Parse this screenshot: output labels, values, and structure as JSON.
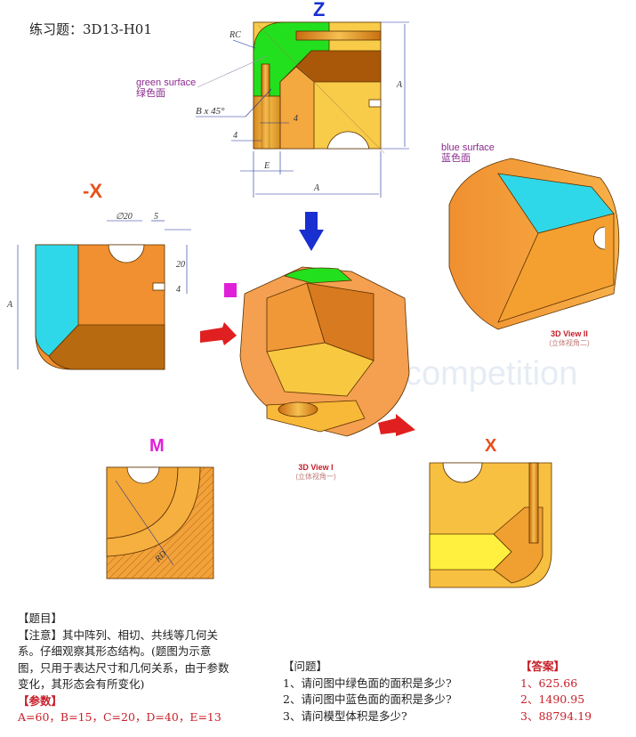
{
  "title": "练习题：3D13-H01",
  "axis_labels": {
    "z": "Z",
    "neg_x": "-X",
    "m": "M",
    "x": "X"
  },
  "callouts": {
    "green_en": "green surface",
    "green_cn": "绿色面",
    "blue_en": "blue surface",
    "blue_cn": "蓝色面"
  },
  "dimensions": {
    "rc": "RC",
    "bx45": "B x 45°",
    "four": "4",
    "e": "E",
    "a": "A",
    "phi20": "∅20",
    "five": "5",
    "twenty": "20",
    "rd": "RD"
  },
  "views": {
    "view1": {
      "label": "3D View I",
      "sub": "(立体视角一)"
    },
    "view2": {
      "label": "3D View II",
      "sub": "(立体视角二)"
    }
  },
  "watermark": "competition",
  "problem": {
    "heading": "【题目】",
    "note_lines": [
      "【注意】其中阵列、相切、共线等几何关",
      "系。仔细观察其形态结构。(题图为示意",
      "图，只用于表达尺寸和几何关系，由于参数",
      "变化，其形态会有所变化)"
    ],
    "params_heading": "【参数】",
    "params": "A=60，B=15，C=20，D=40，E=13"
  },
  "questions": {
    "heading": "【问题】",
    "items": [
      "1、请问图中绿色面的面积是多少?",
      "2、请问图中蓝色面的面积是多少?",
      "3、请问模型体积是多少?"
    ]
  },
  "answers": {
    "heading": "【答案】",
    "items": [
      "1、625.66",
      "2、1490.95",
      "3、88794.19"
    ]
  },
  "colors": {
    "green": "#22e01e",
    "blue": "#2fd8e8",
    "orange": "#f0a030",
    "yellow": "#f8cc48",
    "brown": "#a85808",
    "red": "#c8202a",
    "axis_blue": "#1a2fd0",
    "axis_orange": "#e8501a",
    "axis_magenta": "#e020d8"
  }
}
